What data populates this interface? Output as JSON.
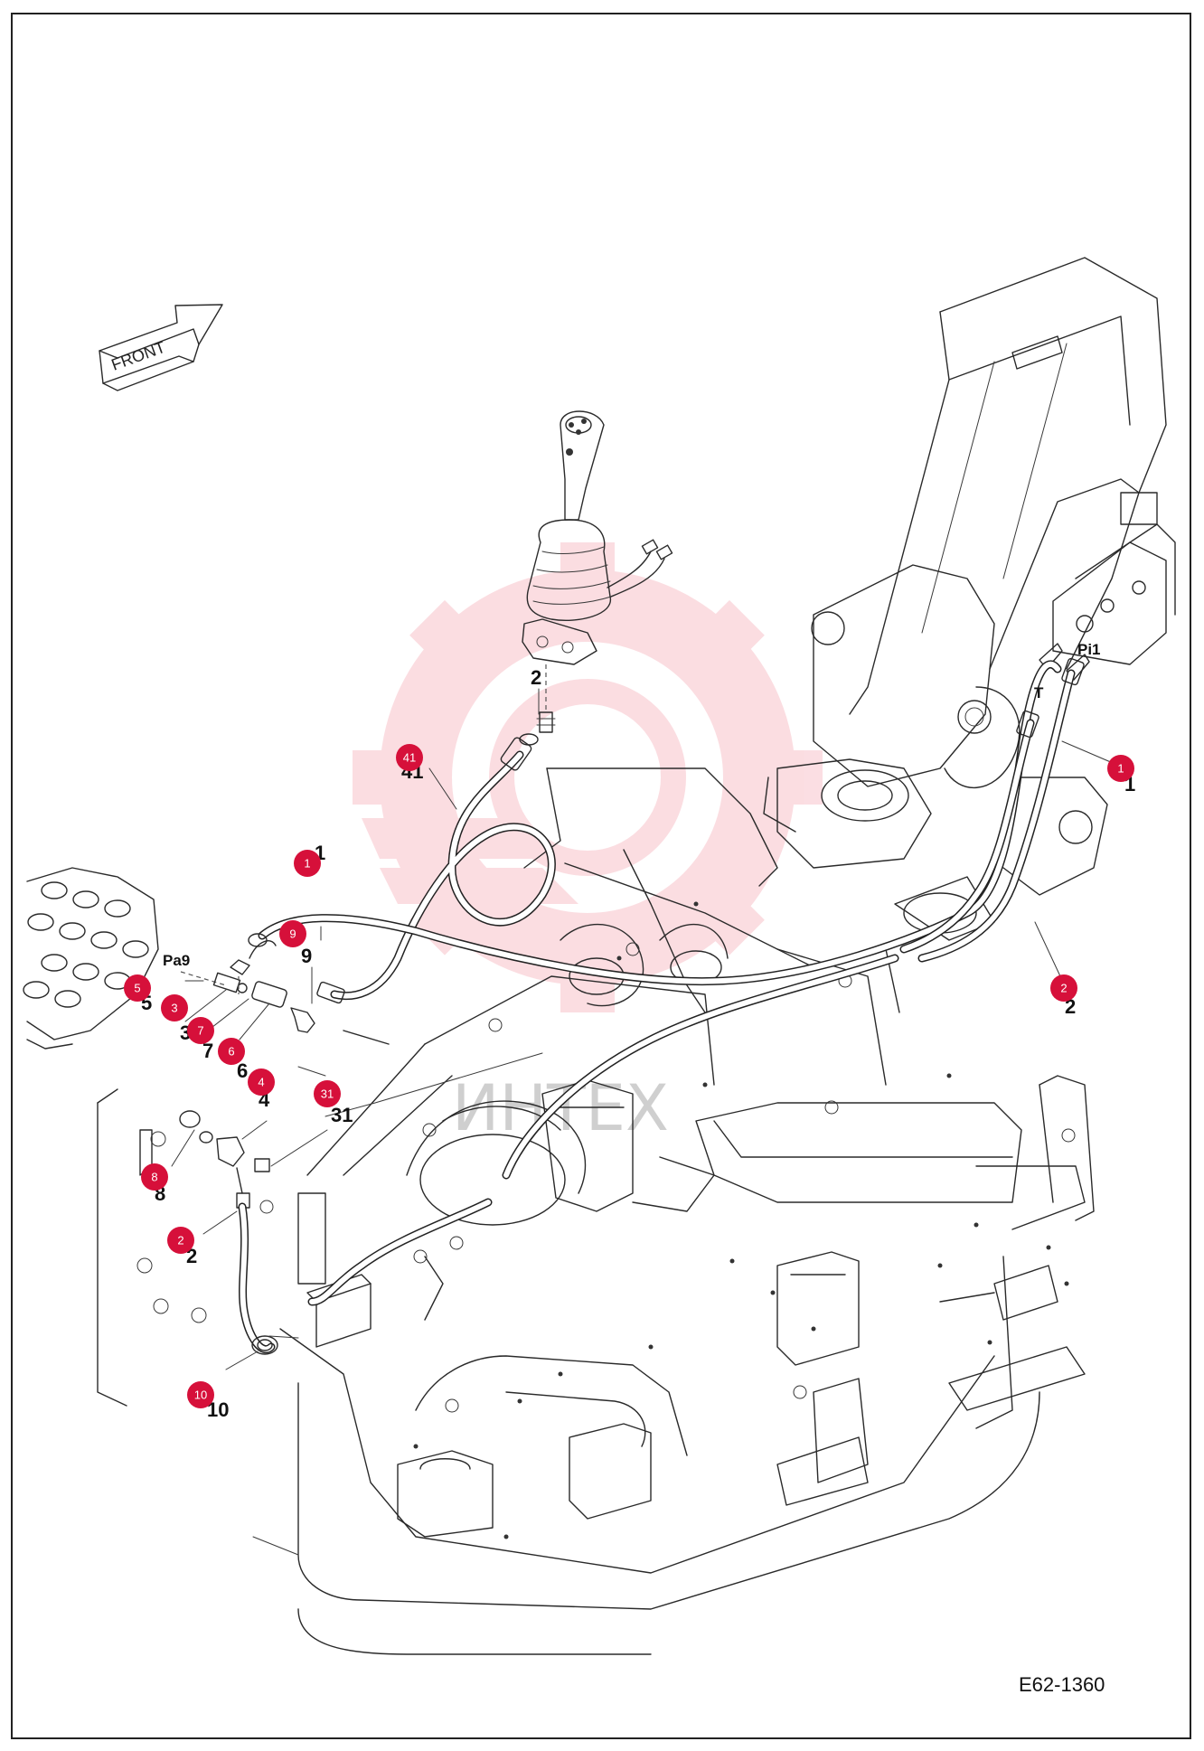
{
  "drawing_number": "E62-1360",
  "orientation_label": "FRONT",
  "watermark": {
    "text": "ИНТЕХ",
    "logo": "gear-logo-watermark",
    "color": "#e8344e"
  },
  "colors": {
    "callout": "#d6103a",
    "line": "#2a2a2a"
  },
  "part_labels": [
    "1",
    "1",
    "2",
    "2",
    "2",
    "3",
    "4",
    "5",
    "6",
    "7",
    "8",
    "9",
    "10",
    "31",
    "41"
  ],
  "port_labels": [
    "Pa9",
    "Pi1",
    "T"
  ],
  "callouts": [
    {
      "id": "c41",
      "text": "41"
    },
    {
      "id": "c1a",
      "text": "1"
    },
    {
      "id": "c1b",
      "text": "1"
    },
    {
      "id": "c9",
      "text": "9"
    },
    {
      "id": "c5",
      "text": "5"
    },
    {
      "id": "c3",
      "text": "3"
    },
    {
      "id": "c7",
      "text": "7"
    },
    {
      "id": "c6",
      "text": "6"
    },
    {
      "id": "c4",
      "text": "4"
    },
    {
      "id": "c31",
      "text": "31"
    },
    {
      "id": "c8",
      "text": "8"
    },
    {
      "id": "c2a",
      "text": "2"
    },
    {
      "id": "c2b",
      "text": "2"
    },
    {
      "id": "c10",
      "text": "10"
    }
  ]
}
